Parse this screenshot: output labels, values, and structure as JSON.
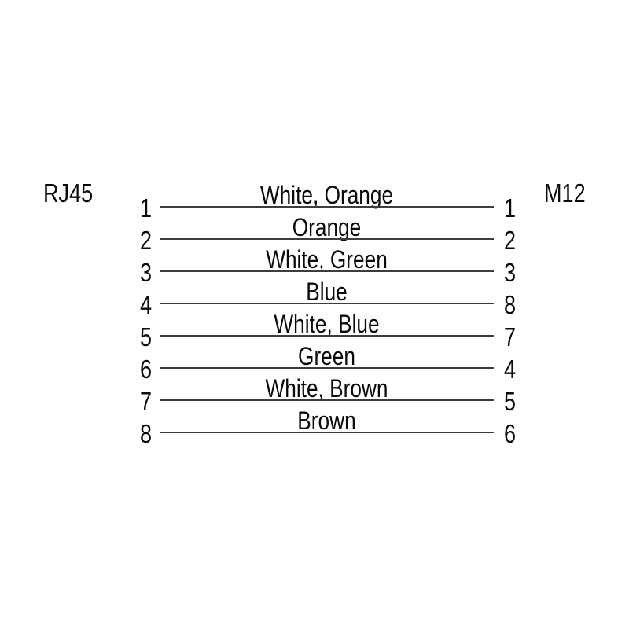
{
  "diagram": {
    "left_connector": "RJ45",
    "right_connector": "M12",
    "line_color": "#3d3d3d",
    "text_color": "#0a0a0a",
    "rows": [
      {
        "left_pin": "1",
        "wire": "White, Orange",
        "right_pin": "1"
      },
      {
        "left_pin": "2",
        "wire": "Orange",
        "right_pin": "2"
      },
      {
        "left_pin": "3",
        "wire": "White, Green",
        "right_pin": "3"
      },
      {
        "left_pin": "4",
        "wire": "Blue",
        "right_pin": "8"
      },
      {
        "left_pin": "5",
        "wire": "White, Blue",
        "right_pin": "7"
      },
      {
        "left_pin": "6",
        "wire": "Green",
        "right_pin": "4"
      },
      {
        "left_pin": "7",
        "wire": "White, Brown",
        "right_pin": "5"
      },
      {
        "left_pin": "8",
        "wire": "Brown",
        "right_pin": "6"
      }
    ]
  }
}
